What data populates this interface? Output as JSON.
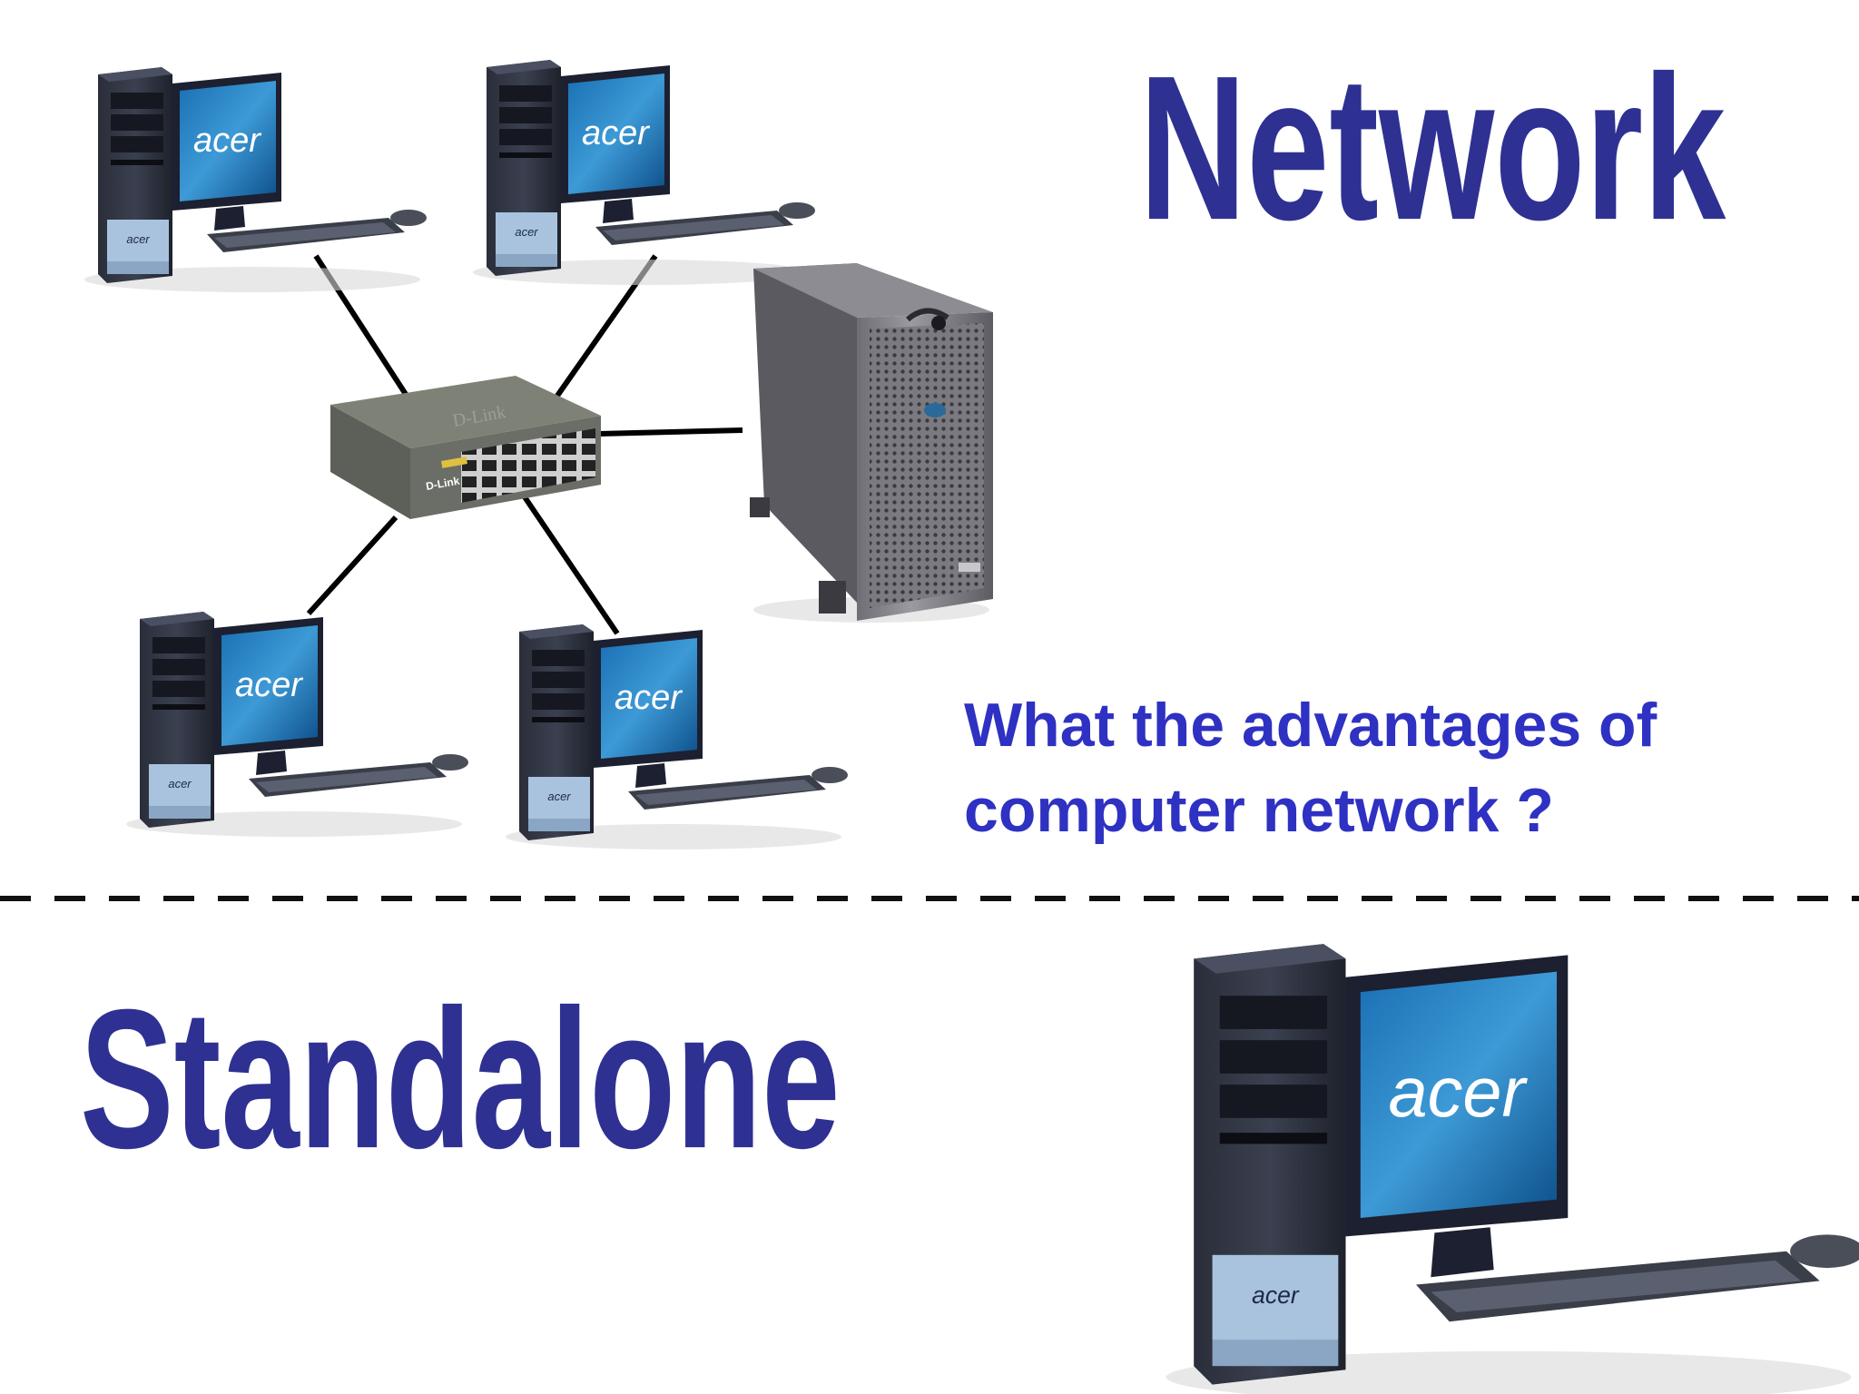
{
  "titles": {
    "network": "Network",
    "standalone": "Standalone"
  },
  "question": {
    "line1": "What the advantages of",
    "line2": "computer network ?"
  },
  "brand": {
    "monitor_logo": "acer",
    "tower_logo": "acer",
    "switch_logo": "D-Link"
  },
  "icons": [
    "desktop-computer-icon",
    "network-switch-icon",
    "server-tower-icon"
  ],
  "colors": {
    "title": "#2e3192",
    "question": "#2e31c2",
    "divider": "#111111",
    "links": "#000000"
  }
}
